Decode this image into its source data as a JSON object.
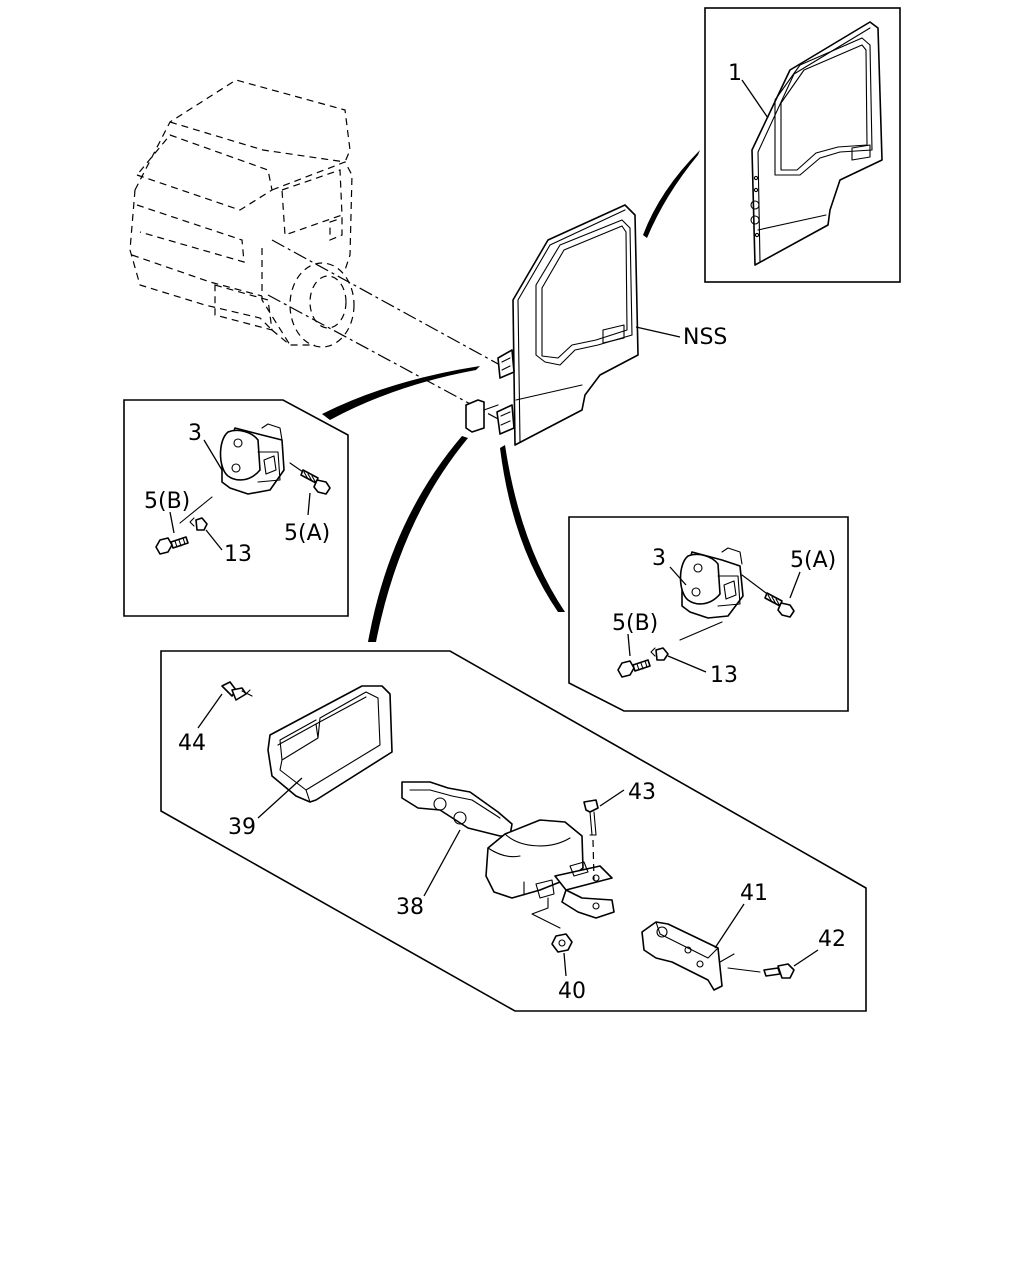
{
  "labels": {
    "door_outer": "1",
    "nss": "NSS",
    "hinge_left": "3",
    "bolt_b_left": "5(B)",
    "bolt_a_left": "5(A)",
    "washer_left": "13",
    "hinge_right": "3",
    "bolt_a_right": "5(A)",
    "bolt_b_right": "5(B)",
    "washer_right": "13",
    "clip": "44",
    "stopper_cover": "39",
    "pin": "43",
    "check_link": "38",
    "bracket": "41",
    "screw": "42",
    "nut": "40"
  }
}
